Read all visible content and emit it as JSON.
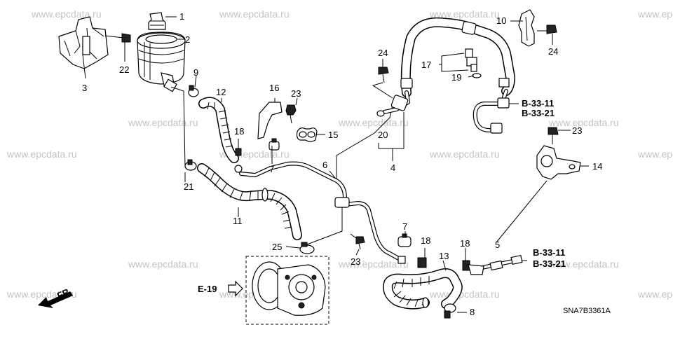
{
  "watermark": "www.epcdata.ru",
  "callouts": {
    "c1": "1",
    "c2": "2",
    "c3": "3",
    "c4": "4",
    "c5": "5",
    "c6": "6",
    "c7a": "7",
    "c7b": "7",
    "c8": "8",
    "c9": "9",
    "c10": "10",
    "c11": "11",
    "c12": "12",
    "c13": "13",
    "c14": "14",
    "c15": "15",
    "c16": "16",
    "c17": "17",
    "c18a": "18",
    "c18b": "18",
    "c19": "19",
    "c20": "20",
    "c21": "21",
    "c22": "22",
    "c23a": "23",
    "c23b": "23",
    "c23c": "23",
    "c24a": "24",
    "c24b": "24",
    "c25": "25"
  },
  "refs": {
    "b3311_top": "B-33-11",
    "b3321_top": "B-33-21",
    "b3311_bottom": "B-33-11",
    "b3321_bottom": "B-33-21",
    "e19": "E-19",
    "fr": "FR."
  },
  "diagram_code": "SNA7B3361A",
  "icons": [
    "reservoir-cap",
    "power-steering-reservoir",
    "reservoir-bracket",
    "power-steering-pump",
    "front-arrow-icon",
    "section-arrow-icon"
  ]
}
